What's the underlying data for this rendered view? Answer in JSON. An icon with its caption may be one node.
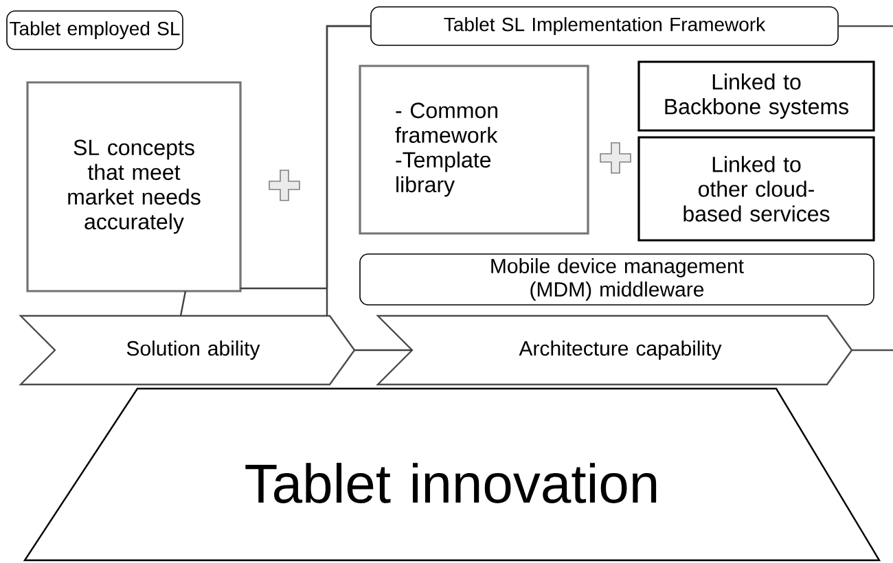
{
  "diagram": {
    "nodes": [
      {
        "text": [
          "Tablet employed SL"
        ]
      },
      {
        "text": [
          "SL concepts that meet market needs accurately"
        ]
      },
      {
        "text": [
          "Tablet SL Implementation Framework"
        ]
      },
      {
        "text": [
          "- Common framework",
          "-Template library"
        ]
      },
      {
        "text": [
          "Linked to Backbone systems"
        ]
      },
      {
        "text": [
          "Linked to other cloud-based services"
        ]
      },
      {
        "text": [
          "Mobile device management (MDM) middleware"
        ]
      },
      {
        "text": [
          "Solution ability"
        ]
      },
      {
        "text": [
          "Architecture capability"
        ]
      },
      {
        "text": [
          "Tablet innovation"
        ]
      }
    ],
    "edges": [
      {
        "from": 1,
        "to": 7,
        "arrow": "none"
      },
      {
        "from": 2,
        "to": 1,
        "arrow": "none"
      },
      {
        "from": 7,
        "to": 8,
        "arrow": "none"
      },
      {
        "from": 2,
        "to": 7,
        "arrow": "none"
      }
    ]
  }
}
